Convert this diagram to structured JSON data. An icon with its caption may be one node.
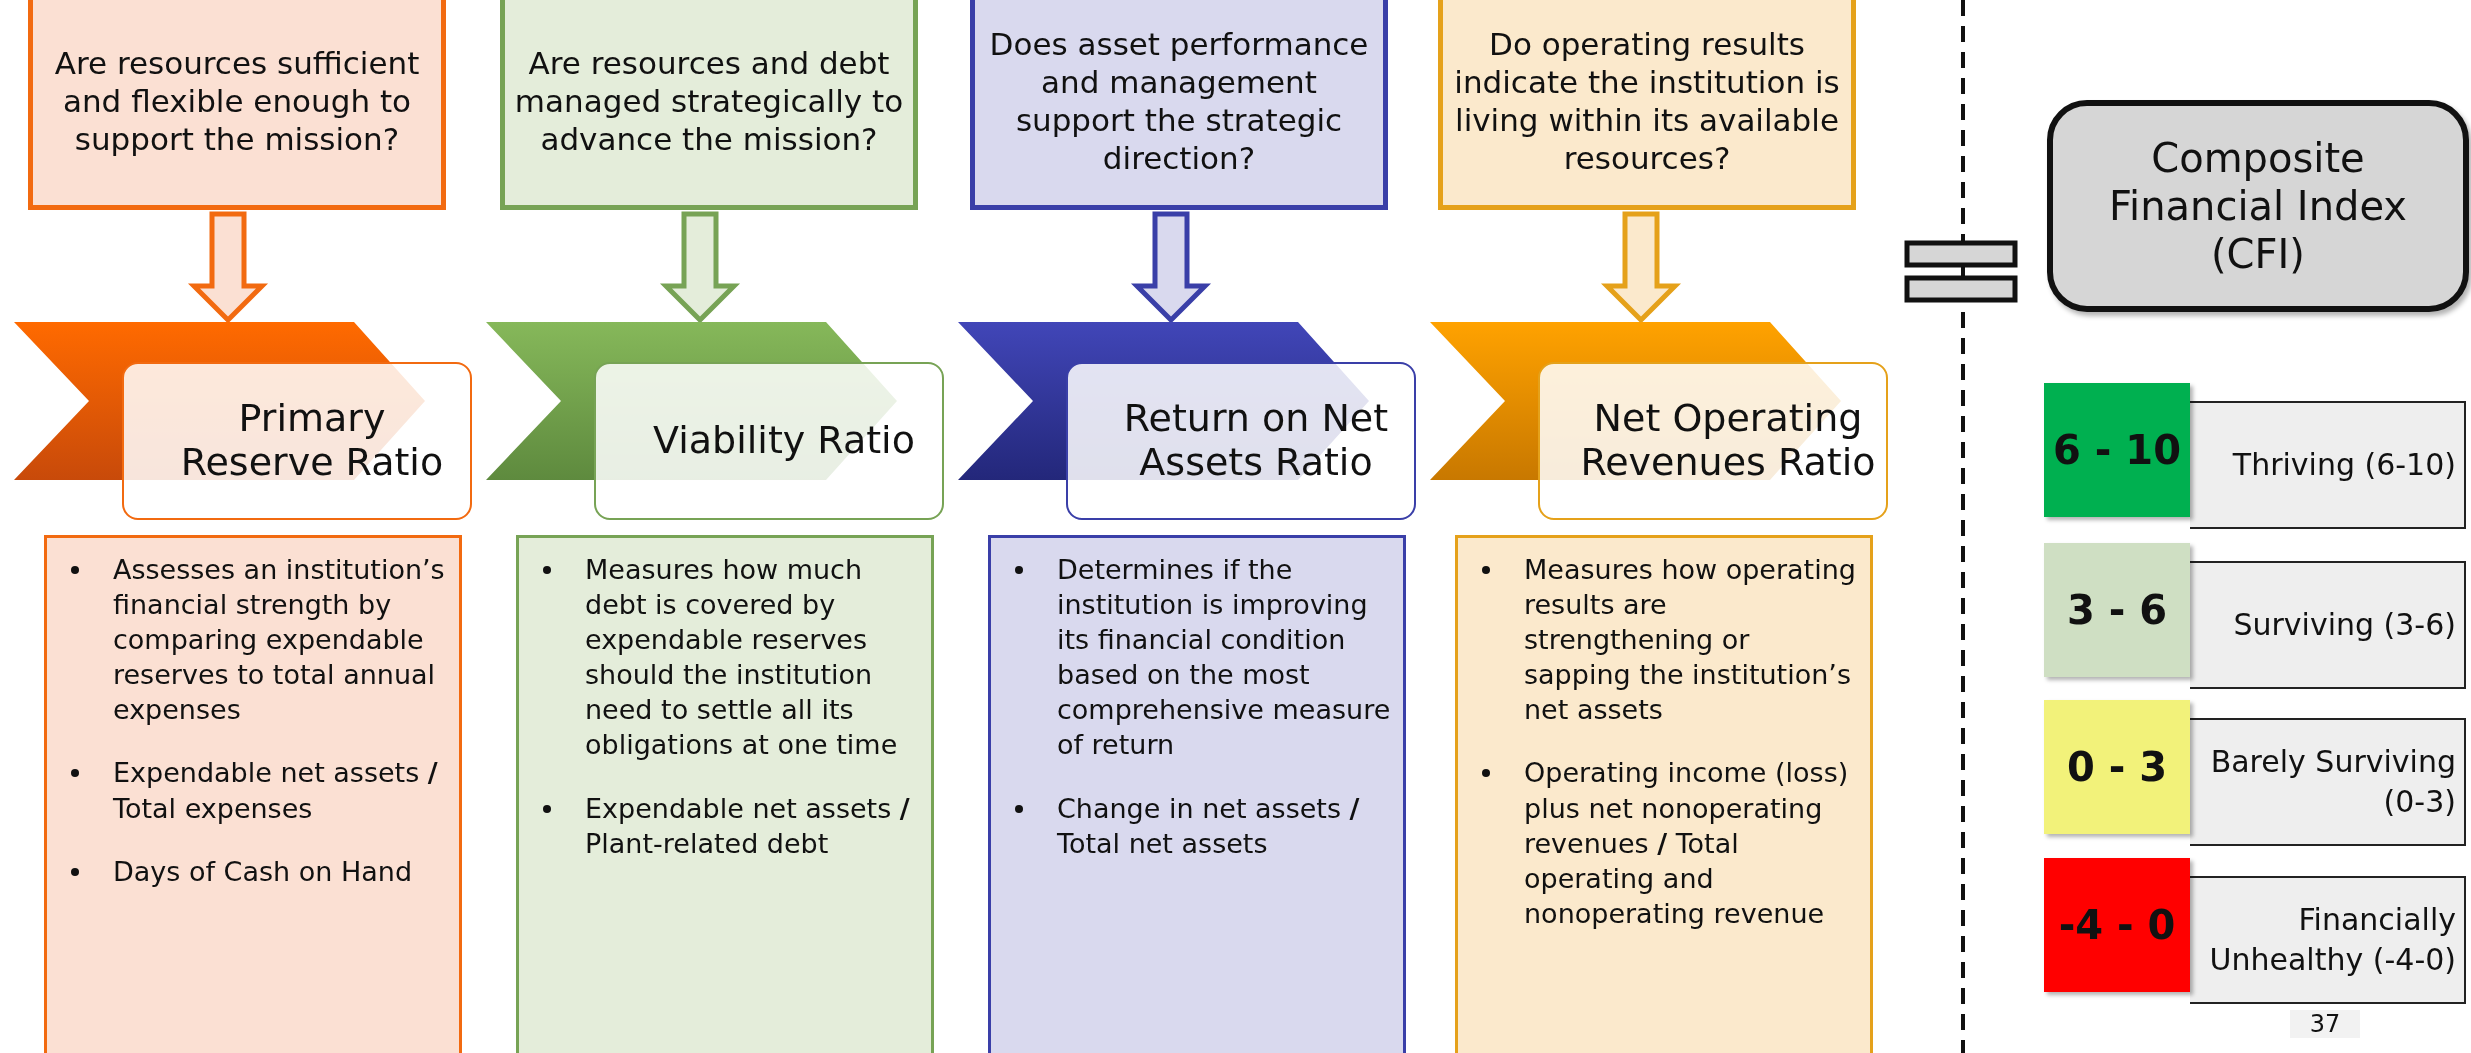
{
  "diagram": {
    "nodes": [
      {
        "text": [
          "Are resources sufficient and flexible enough to support the mission?"
        ]
      },
      {
        "text": [
          "Are resources and debt managed strategically to advance the mission?"
        ]
      },
      {
        "text": [
          "Does asset performance and management support the strategic direction?"
        ]
      },
      {
        "text": [
          "Do operating results indicate the institution is living within its available resources?"
        ]
      },
      {
        "text": [
          "Primary Reserve Ratio"
        ]
      },
      {
        "text": [
          "Viability Ratio"
        ]
      },
      {
        "text": [
          "Return on Net Assets Ratio"
        ]
      },
      {
        "text": [
          "Net Operating Revenues Ratio"
        ]
      },
      {
        "text": [
          "Assesses an institution’s financial strength by comparing expendable reserves to total annual expenses",
          "Expendable net assets **/** Total expenses",
          "Days of Cash on Hand"
        ]
      },
      {
        "text": [
          "Measures how much debt is covered by expendable reserves should the institution need to settle all its obligations at one time",
          "Expendable net assets **/** Plant-related debt"
        ]
      },
      {
        "text": [
          "Determines if the institution is improving its financial condition based on the most comprehensive measure of return",
          "Change in net assets **/** Total net assets"
        ]
      },
      {
        "text": [
          "Measures how operating results are strengthening or sapping the institution’s net assets",
          "Operating income (loss) plus net nonoperating revenues **/** Total operating and nonoperating revenue"
        ]
      },
      {
        "text": [
          "Composite Financial Index (CFI)"
        ]
      },
      {
        "text": [
          "6 - 10"
        ]
      },
      {
        "text": [
          "Thriving (6-10)"
        ]
      },
      {
        "text": [
          "3 - 6"
        ]
      },
      {
        "text": [
          "Surviving (3-6)"
        ]
      },
      {
        "text": [
          "0 - 3"
        ]
      },
      {
        "text": [
          "Barely Surviving (0-3)"
        ]
      },
      {
        "text": [
          "-4 - 0"
        ]
      },
      {
        "text": [
          "Financially Unhealthy (-4-0)"
        ]
      }
    ],
    "edges": [
      {
        "from": 0,
        "to": 4,
        "arrow": "to",
        "color": "#f26a10"
      },
      {
        "from": 1,
        "to": 5,
        "arrow": "to",
        "color": "#77a355"
      },
      {
        "from": 2,
        "to": 6,
        "arrow": "to",
        "color": "#3a3fa8"
      },
      {
        "from": 3,
        "to": 7,
        "arrow": "to",
        "color": "#e5a11a"
      }
    ],
    "labels": [
      "37"
    ]
  }
}
